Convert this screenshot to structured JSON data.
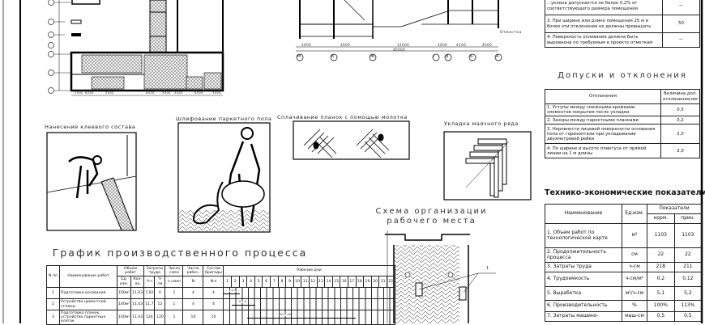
{
  "plan": {
    "dims": [
      "3000",
      "6000",
      "3000",
      "6000",
      "3000",
      "3000",
      "6000",
      "3000"
    ]
  },
  "section": {
    "axes": [
      "М",
      "К",
      "Ж",
      "Г",
      "В",
      "Б",
      "А"
    ],
    "dims": [
      "3000",
      "3000",
      "12000",
      "3000",
      "4100",
      "4000"
    ],
    "total": "40000",
    "note": "Отмостка"
  },
  "req_table": {
    "rows": [
      {
        "text": "...уклона допускается не более 0,2% от соответствующего размера помещения",
        "value": "—"
      },
      {
        "text": "3. При ширине или длине помещения 25 м и более эти отклонения не должны превышать",
        "value": "50"
      },
      {
        "text": "4. Поверхность основания должна быть выровнена по требуемым в проекте отметкам",
        "value": "—"
      }
    ]
  },
  "tolerances": {
    "title": "Допуски и отклонения",
    "headers": [
      "Отклонения",
      "Величина доп. отклонения,мм"
    ],
    "rows": [
      {
        "text": "1. Уступы между смежными кромками элементов покрытия после укладки",
        "value": "0,5"
      },
      {
        "text": "2. Зазоры между паркетными планками",
        "value": "0,2"
      },
      {
        "text": "3. Неровности лицевой поверхности основания пола от горизонтали при укладывании двухметровой рейки",
        "value": "2,0"
      },
      {
        "text": "4. По ширине и высоте плинтуса от прямой линии на 1 м длины",
        "value": "2,0"
      }
    ]
  },
  "indicators": {
    "title": "Технико-экономические показатели",
    "headers": {
      "name": "Наименование",
      "unit": "Ед.изм.",
      "group": "Показатели",
      "norm": "норм.",
      "actual": "прин."
    },
    "rows": [
      {
        "name": "1. Объем работ по технологической карте",
        "unit": "м²",
        "norm": "1103",
        "actual": "1103"
      },
      {
        "name": "2. Продолжительность процесса",
        "unit": "см",
        "norm": "22",
        "actual": "22"
      },
      {
        "name": "3. Затраты труда",
        "unit": "ч-см",
        "norm": "218",
        "actual": "211"
      },
      {
        "name": "4. Трудоемкость",
        "unit": "ч-см/м²",
        "norm": "0,2",
        "actual": "0,12"
      },
      {
        "name": "5. Выработка",
        "unit": "м²/ч-см",
        "norm": "5,1",
        "actual": "5,2"
      },
      {
        "name": "6. Производительность",
        "unit": "%",
        "norm": "100%",
        "actual": "113%"
      },
      {
        "name": "7. Затраты машино-",
        "unit": "маш-см",
        "norm": "0,5",
        "actual": "0,5"
      }
    ]
  },
  "illustrations": {
    "glue": "Нанесение клеевого состава",
    "sanding": "Шлифование паркетного пола",
    "joining": "Сплачивание планок с помощью молотка",
    "beacon": "Укладка маячного ряда"
  },
  "workplace": {
    "title_1": "Схема организации",
    "title_2": "рабочего места",
    "callout": "1"
  },
  "schedule": {
    "title": "График производственного процесса",
    "headers": {
      "n": "N пп",
      "name": "Наименование работ",
      "volume": "Объем работ",
      "unit": "Ед. изм.",
      "qty": "Кол-во",
      "labor": "Затраты труда",
      "hh": "Ч-ч",
      "hs": "Ч-см",
      "shifts": "Число смен",
      "shifts_sub": "n смен",
      "workers": "Число рабоч.",
      "workers_sub": "N",
      "crew": "Состав бригады",
      "crew_sub": "N·n",
      "days": "Рабочие дни"
    },
    "days": [
      "1",
      "2",
      "3",
      "4",
      "5",
      "6",
      "7",
      "8",
      "9",
      "10",
      "11",
      "12",
      "13",
      "14",
      "15",
      "16",
      "17",
      "18",
      "19",
      "20",
      "21",
      "22"
    ],
    "rows": [
      {
        "n": "1",
        "name": "Подготовка основания",
        "unit": "100м²",
        "qty": "11,03",
        "hh": "7,02",
        "hs": "0",
        "shifts": "1",
        "workers": "4",
        "crew": "4",
        "start": 1,
        "end": 2,
        "bar_label": "4-1-4"
      },
      {
        "n": "2",
        "name": "Устройство цементной стяжки",
        "unit": "100м²",
        "qty": "11,03",
        "hh": "11,7",
        "hs": "12",
        "shifts": "1",
        "workers": "4",
        "crew": "4",
        "start": 2,
        "end": 4,
        "bar_label": "4-1-4"
      },
      {
        "n": "3",
        "name": "Подготовка планок, устройство паркетных клеток",
        "unit": "100м²",
        "qty": "11,03",
        "hh": "124",
        "hs": "120",
        "shifts": "1",
        "workers": "10",
        "crew": "10",
        "start": 4,
        "end": 17,
        "bar_label": "10-1-10"
      }
    ]
  }
}
